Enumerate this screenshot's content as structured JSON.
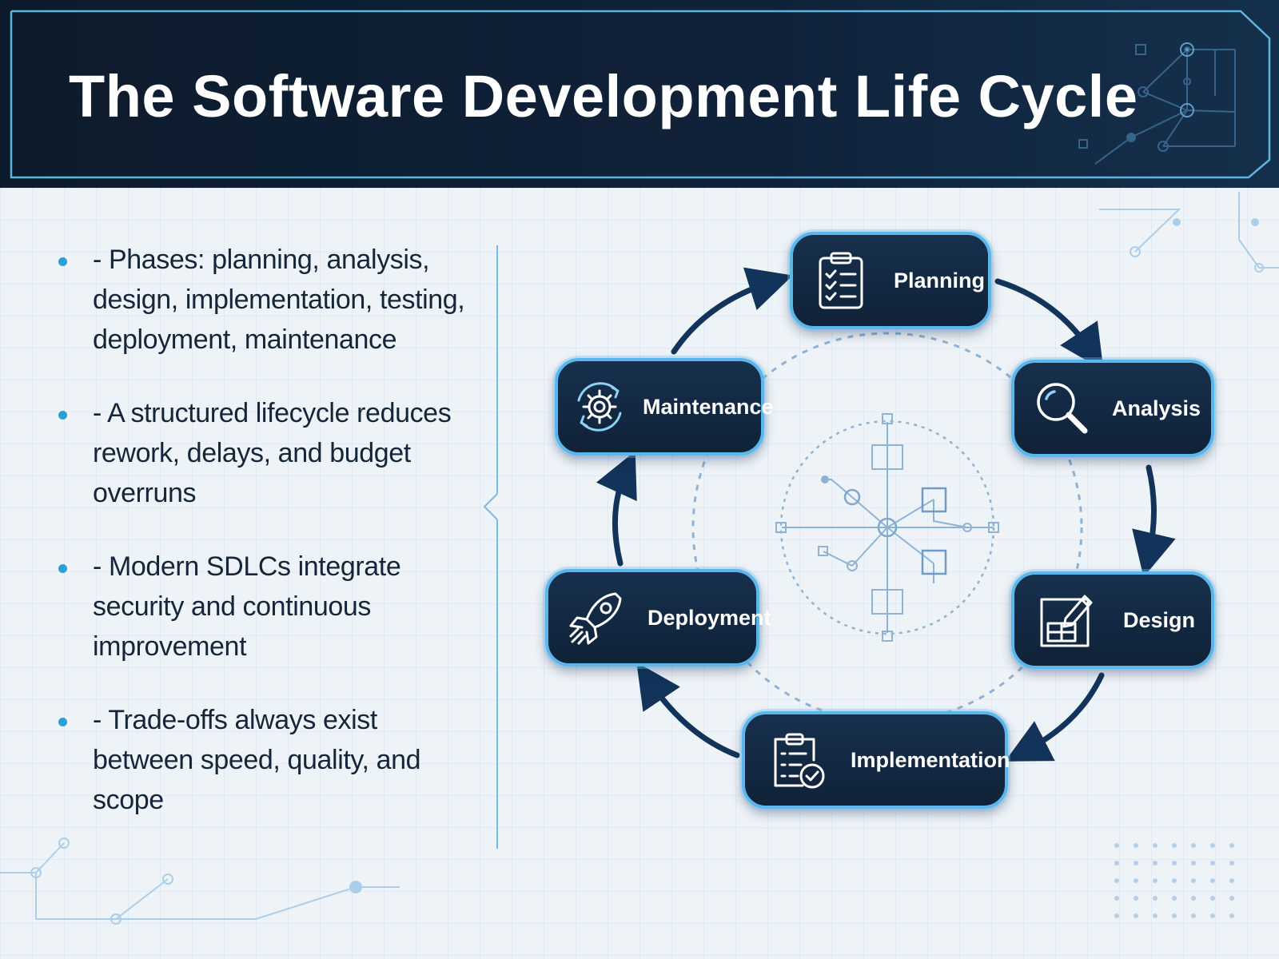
{
  "title": "The Software Development Life Cycle",
  "bullets": [
    "- Phases: planning, analysis, design, implementation, testing, deployment, maintenance",
    "- A structured lifecycle reduces rework, delays, and budget overruns",
    "- Modern SDLCs integrate security and continuous improvement",
    "- Trade-offs always exist between speed, quality, and scope"
  ],
  "phases": {
    "planning": {
      "label": "Planning",
      "icon": "clipboard-checklist-icon"
    },
    "analysis": {
      "label": "Analysis",
      "icon": "magnifier-icon"
    },
    "design": {
      "label": "Design",
      "icon": "design-pencil-icon"
    },
    "implementation": {
      "label": "Implementation",
      "icon": "clipboard-check-icon"
    },
    "deployment": {
      "label": "Deployment",
      "icon": "rocket-icon"
    },
    "maintenance": {
      "label": "Maintenance",
      "icon": "gear-cycle-icon"
    }
  },
  "colors": {
    "header_bg": "#0f1f33",
    "accent": "#5bb6ec",
    "box_bg": "#132a44",
    "arrow": "#12345a",
    "bullet": "#2a9fd8"
  }
}
